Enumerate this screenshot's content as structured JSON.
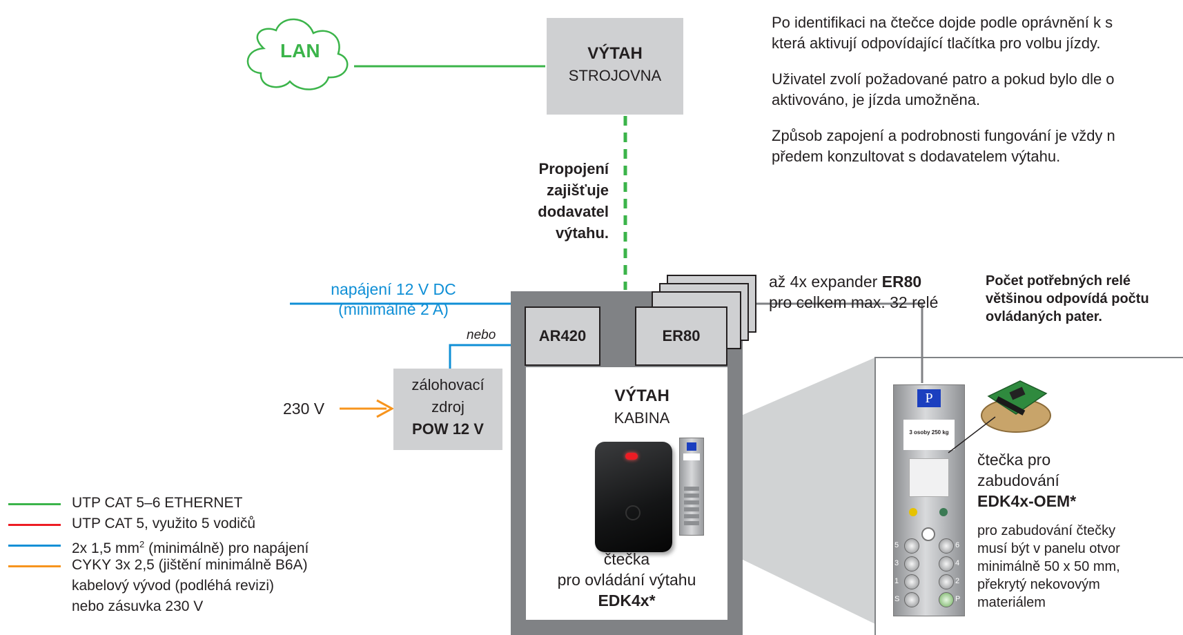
{
  "colors": {
    "green": "#3bb44a",
    "red": "#ed1c24",
    "blue": "#0f8fd6",
    "orange": "#f7941d",
    "gray": "#808285",
    "light_gray": "#cfd0d2"
  },
  "lan": {
    "label": "LAN",
    "icon": "cloud-icon"
  },
  "machine_room": {
    "title": "VÝTAH",
    "subtitle": "STROJOVNA"
  },
  "connection_note": [
    "Propojení",
    "zajišťuje",
    "dodavatel",
    "výtahu."
  ],
  "description": {
    "p1_line1": "Po identifikaci na čtečce dojde podle oprávnění k s",
    "p1_line2": "která aktivují odpovídající tlačítka pro volbu jízdy.",
    "p2_line1": "Uživatel zvolí požadované patro a pokud bylo dle o",
    "p2_line2": "aktivováno, je jízda umožněna.",
    "p3_line1": "Způsob zapojení a podrobnosti fungování je vždy n",
    "p3_line2": "předem konzultovat s dodavatelem výtahu."
  },
  "power": {
    "line1": "napájení 12 V DC",
    "line2": "(minimálně 2 A)",
    "or": "nebo"
  },
  "psu": {
    "line1": "zálohovací",
    "line2": "zdroj",
    "line3": "POW 12 V",
    "input": "230 V"
  },
  "modules": {
    "controller": "AR420",
    "expander": "ER80"
  },
  "expander_note": {
    "line1_pre": "až 4x expander ",
    "line1_bold": "ER80",
    "line2": "pro celkem max. 32 relé"
  },
  "relay_note": [
    "Počet potřebných relé",
    "většinou odpovídá počtu",
    "ovládaných pater."
  ],
  "cabin": {
    "title": "VÝTAH",
    "subtitle": "KABINA"
  },
  "reader": {
    "line1": "čtečka",
    "line2": "pro ovládání výtahu",
    "model": "EDK4x*"
  },
  "panel_display": "P",
  "panel_sign": [
    "3 osoby 250 kg"
  ],
  "panel_buttons": [
    {
      "left": "5",
      "right": "6"
    },
    {
      "left": "3",
      "right": "4"
    },
    {
      "left": "1",
      "right": "2"
    },
    {
      "left": "S",
      "right": "P"
    }
  ],
  "oem": {
    "line1": "čtečka pro",
    "line2": "zabudování",
    "model": "EDK4x-OEM*",
    "note": [
      "pro zabudování čtečky",
      "musí být v panelu otvor",
      "minimálně 50 x 50 mm,",
      "překrytý nekovovým",
      "materiálem"
    ]
  },
  "legend": [
    {
      "color": "green",
      "label": "UTP CAT 5–6 ETHERNET"
    },
    {
      "color": "red",
      "label": "UTP CAT 5, využito 5 vodičů"
    },
    {
      "color": "blue",
      "label_pre": "2x 1,5 mm",
      "label_sup": "2",
      "label_post": " (minimálně) pro napájení"
    },
    {
      "color": "orange",
      "label": "CYKY 3x 2,5 (jištění minimálně B6A)"
    }
  ],
  "legend_extra": [
    "kabelový vývod (podléhá revizi)",
    "nebo zásuvka 230 V"
  ]
}
